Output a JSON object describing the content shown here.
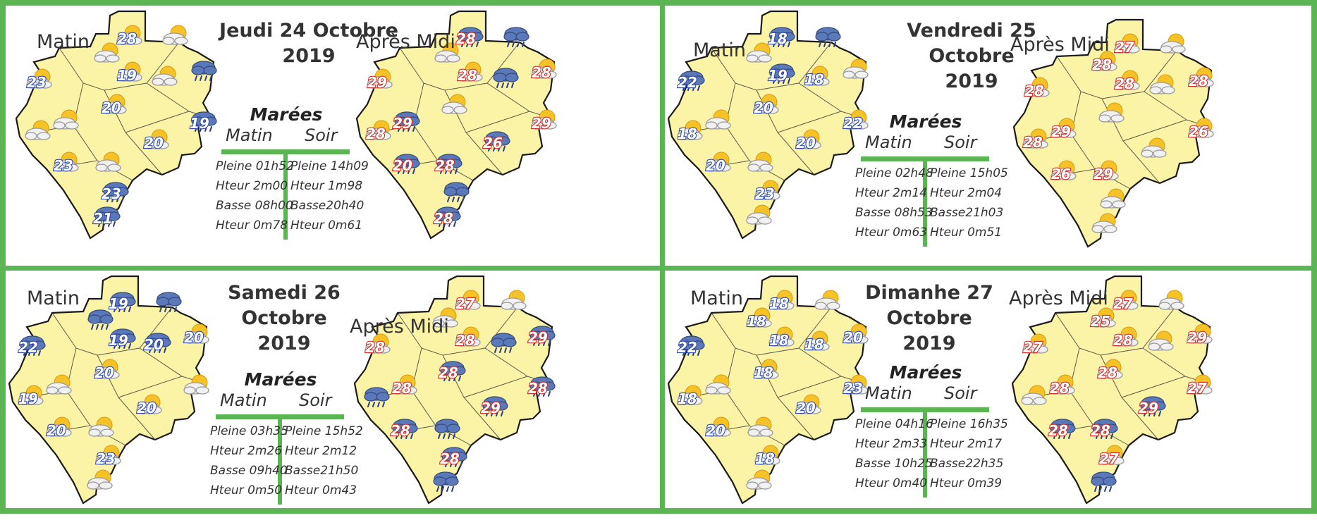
{
  "labels": {
    "morning": "Matin",
    "afternoon": "Après Midi",
    "tides": "Marées",
    "evening": "Soir"
  },
  "days": [
    {
      "title_line1": "Jeudi 24 Octobre",
      "title_line2": "2019",
      "tides": {
        "matin": [
          "Pleine 01h52",
          "Hteur 2m00",
          "Basse 08h00",
          "Hteur 0m78"
        ],
        "soir": [
          "Pleine 14h09",
          "Hteur 1m98",
          "Basse20h40",
          "Hteur 0m61"
        ]
      },
      "morning": [
        {
          "w": "partly-sunny",
          "t": "28",
          "tc": "blue"
        },
        {
          "w": "partly-sunny",
          "t": ""
        },
        {
          "w": "partly-sunny",
          "t": ""
        },
        {
          "w": "partly-sunny",
          "t": "23",
          "tc": "blue"
        },
        {
          "w": "partly-sunny",
          "t": "19",
          "tc": "blue"
        },
        {
          "w": "partly-sunny",
          "t": ""
        },
        {
          "w": "rain",
          "t": ""
        },
        {
          "w": "partly-sunny",
          "t": "20",
          "tc": "blue"
        },
        {
          "w": "partly-sunny",
          "t": ""
        },
        {
          "w": "rain",
          "t": "19",
          "tc": "blue"
        },
        {
          "w": "partly-sunny",
          "t": "20",
          "tc": "blue"
        },
        {
          "w": "partly-sunny",
          "t": ""
        },
        {
          "w": "partly-sunny",
          "t": "23",
          "tc": "blue"
        },
        {
          "w": "partly-sunny",
          "t": ""
        },
        {
          "w": "rain",
          "t": "23",
          "tc": "blue"
        },
        {
          "w": "rain",
          "t": "21",
          "tc": "blue"
        }
      ],
      "afternoon": [
        {
          "w": "rain",
          "t": "28",
          "tc": "red"
        },
        {
          "w": "rain",
          "t": ""
        },
        {
          "w": "partly-sunny",
          "t": ""
        },
        {
          "w": "partly-sunny",
          "t": "29",
          "tc": "red"
        },
        {
          "w": "partly-sunny",
          "t": "28",
          "tc": "red"
        },
        {
          "w": "rain",
          "t": ""
        },
        {
          "w": "partly-sunny",
          "t": "28",
          "tc": "red"
        },
        {
          "w": "partly-sunny",
          "t": ""
        },
        {
          "w": "rain",
          "t": "29",
          "tc": "red"
        },
        {
          "w": "partly-sunny",
          "t": "29",
          "tc": "red"
        },
        {
          "w": "rain",
          "t": "26",
          "tc": "red"
        },
        {
          "w": "partly-sunny",
          "t": "28",
          "tc": "red"
        },
        {
          "w": "rain",
          "t": "20",
          "tc": "red"
        },
        {
          "w": "rain",
          "t": "28",
          "tc": "red"
        },
        {
          "w": "rain",
          "t": ""
        },
        {
          "w": "rain",
          "t": "28",
          "tc": "red"
        }
      ]
    },
    {
      "title_line1": "Vendredi 25 Octobre",
      "title_line2": "2019",
      "tides": {
        "matin": [
          "Pleine 02h48",
          "Hteur 2m14",
          "Basse 08h53",
          "Hteur 0m63"
        ],
        "soir": [
          "Pleine 15h05",
          "Hteur 2m04",
          "Basse21h03",
          "Hteur 0m51"
        ]
      },
      "morning": [
        {
          "w": "rain",
          "t": "18",
          "tc": "blue"
        },
        {
          "w": "rain",
          "t": ""
        },
        {
          "w": "partly-sunny",
          "t": ""
        },
        {
          "w": "rain",
          "t": "22",
          "tc": "blue"
        },
        {
          "w": "rain",
          "t": "19",
          "tc": "blue"
        },
        {
          "w": "partly-sunny",
          "t": "18",
          "tc": "blue"
        },
        {
          "w": "partly-sunny",
          "t": ""
        },
        {
          "w": "partly-sunny",
          "t": "20",
          "tc": "blue"
        },
        {
          "w": "partly-sunny",
          "t": ""
        },
        {
          "w": "partly-sunny",
          "t": "22",
          "tc": "blue"
        },
        {
          "w": "partly-sunny",
          "t": "20",
          "tc": "blue"
        },
        {
          "w": "partly-sunny",
          "t": "18",
          "tc": "blue"
        },
        {
          "w": "partly-sunny",
          "t": "20",
          "tc": "blue"
        },
        {
          "w": "partly-sunny",
          "t": ""
        },
        {
          "w": "partly-sunny",
          "t": "23",
          "tc": "blue"
        },
        {
          "w": "partly-sunny",
          "t": ""
        }
      ],
      "afternoon": [
        {
          "w": "partly-sunny",
          "t": "27",
          "tc": "red"
        },
        {
          "w": "partly-sunny",
          "t": ""
        },
        {
          "w": "partly-sunny",
          "t": "28",
          "tc": "red"
        },
        {
          "w": "partly-sunny",
          "t": "28",
          "tc": "red"
        },
        {
          "w": "partly-sunny",
          "t": "28",
          "tc": "red"
        },
        {
          "w": "partly-sunny",
          "t": ""
        },
        {
          "w": "partly-sunny",
          "t": "28",
          "tc": "red"
        },
        {
          "w": "partly-sunny",
          "t": ""
        },
        {
          "w": "partly-sunny",
          "t": "29",
          "tc": "red"
        },
        {
          "w": "partly-sunny",
          "t": "26",
          "tc": "red"
        },
        {
          "w": "partly-sunny",
          "t": ""
        },
        {
          "w": "partly-sunny",
          "t": "28",
          "tc": "red"
        },
        {
          "w": "partly-sunny",
          "t": "26",
          "tc": "red"
        },
        {
          "w": "partly-sunny",
          "t": "29",
          "tc": "red"
        },
        {
          "w": "partly-sunny",
          "t": ""
        },
        {
          "w": "partly-sunny",
          "t": ""
        }
      ]
    },
    {
      "title_line1": "Samedi 26 Octobre",
      "title_line2": "2019",
      "tides": {
        "matin": [
          "Pleine 03h35",
          "Hteur 2m26",
          "Basse 09h40",
          "Hteur 0m50"
        ],
        "soir": [
          "Pleine 15h52",
          "Hteur 2m12",
          "Basse21h50",
          "Hteur 0m43"
        ]
      },
      "morning": [
        {
          "w": "rain",
          "t": "19",
          "tc": "blue"
        },
        {
          "w": "rain",
          "t": ""
        },
        {
          "w": "rain",
          "t": ""
        },
        {
          "w": "rain",
          "t": "22",
          "tc": "blue"
        },
        {
          "w": "rain",
          "t": "19",
          "tc": "blue"
        },
        {
          "w": "rain",
          "t": "20",
          "tc": "blue"
        },
        {
          "w": "partly-sunny",
          "t": "20",
          "tc": "blue"
        },
        {
          "w": "partly-sunny",
          "t": "20",
          "tc": "blue"
        },
        {
          "w": "partly-sunny",
          "t": ""
        },
        {
          "w": "partly-sunny",
          "t": ""
        },
        {
          "w": "partly-sunny",
          "t": "20",
          "tc": "blue"
        },
        {
          "w": "partly-sunny",
          "t": "19",
          "tc": "blue"
        },
        {
          "w": "partly-sunny",
          "t": "20",
          "tc": "blue"
        },
        {
          "w": "partly-sunny",
          "t": ""
        },
        {
          "w": "partly-sunny",
          "t": "23",
          "tc": "blue"
        },
        {
          "w": "partly-sunny",
          "t": ""
        }
      ],
      "afternoon": [
        {
          "w": "partly-sunny",
          "t": "27",
          "tc": "red"
        },
        {
          "w": "partly-sunny",
          "t": ""
        },
        {
          "w": "partly-sunny",
          "t": ""
        },
        {
          "w": "partly-sunny",
          "t": "28",
          "tc": "red"
        },
        {
          "w": "partly-sunny",
          "t": "28",
          "tc": "red"
        },
        {
          "w": "rain",
          "t": ""
        },
        {
          "w": "rain",
          "t": "29",
          "tc": "red"
        },
        {
          "w": "rain",
          "t": "28",
          "tc": "red"
        },
        {
          "w": "partly-sunny",
          "t": "28",
          "tc": "red"
        },
        {
          "w": "rain",
          "t": "28",
          "tc": "red"
        },
        {
          "w": "rain",
          "t": "29",
          "tc": "red"
        },
        {
          "w": "rain",
          "t": ""
        },
        {
          "w": "rain",
          "t": "28",
          "tc": "red"
        },
        {
          "w": "rain",
          "t": ""
        },
        {
          "w": "rain",
          "t": "28",
          "tc": "red"
        },
        {
          "w": "rain",
          "t": ""
        }
      ]
    },
    {
      "title_line1": "Dimanhe 27 Octobre",
      "title_line2": "2019",
      "tides": {
        "matin": [
          "Pleine 04h16",
          "Hteur 2m33",
          "Basse 10h25",
          "Hteur 0m40"
        ],
        "soir": [
          "Pleine 16h35",
          "Hteur 2m17",
          "Basse22h35",
          "Hteur 0m39"
        ]
      },
      "morning": [
        {
          "w": "partly-sunny",
          "t": "18",
          "tc": "blue"
        },
        {
          "w": "partly-sunny",
          "t": ""
        },
        {
          "w": "partly-sunny",
          "t": "18",
          "tc": "blue"
        },
        {
          "w": "rain",
          "t": "22",
          "tc": "blue"
        },
        {
          "w": "partly-sunny",
          "t": "18",
          "tc": "blue"
        },
        {
          "w": "partly-sunny",
          "t": "18",
          "tc": "blue"
        },
        {
          "w": "partly-sunny",
          "t": "20",
          "tc": "blue"
        },
        {
          "w": "partly-sunny",
          "t": "18",
          "tc": "blue"
        },
        {
          "w": "partly-sunny",
          "t": ""
        },
        {
          "w": "partly-sunny",
          "t": "23",
          "tc": "blue"
        },
        {
          "w": "partly-sunny",
          "t": "20",
          "tc": "blue"
        },
        {
          "w": "partly-sunny",
          "t": "18",
          "tc": "blue"
        },
        {
          "w": "partly-sunny",
          "t": "20",
          "tc": "blue"
        },
        {
          "w": "partly-sunny",
          "t": ""
        },
        {
          "w": "partly-sunny",
          "t": "18",
          "tc": "blue"
        },
        {
          "w": "partly-sunny",
          "t": ""
        }
      ],
      "afternoon": [
        {
          "w": "partly-sunny",
          "t": "27",
          "tc": "red"
        },
        {
          "w": "partly-sunny",
          "t": ""
        },
        {
          "w": "partly-sunny",
          "t": "25",
          "tc": "red"
        },
        {
          "w": "partly-sunny",
          "t": "27",
          "tc": "red"
        },
        {
          "w": "partly-sunny",
          "t": "28",
          "tc": "red"
        },
        {
          "w": "partly-sunny",
          "t": ""
        },
        {
          "w": "partly-sunny",
          "t": "29",
          "tc": "red"
        },
        {
          "w": "partly-sunny",
          "t": "28",
          "tc": "red"
        },
        {
          "w": "partly-sunny",
          "t": "28",
          "tc": "red"
        },
        {
          "w": "partly-sunny",
          "t": "27",
          "tc": "red"
        },
        {
          "w": "rain",
          "t": "29",
          "tc": "red"
        },
        {
          "w": "partly-sunny",
          "t": ""
        },
        {
          "w": "rain",
          "t": "28",
          "tc": "red"
        },
        {
          "w": "rain",
          "t": "28",
          "tc": "red"
        },
        {
          "w": "partly-sunny",
          "t": "27",
          "tc": "red"
        },
        {
          "w": "rain",
          "t": ""
        }
      ]
    }
  ]
}
